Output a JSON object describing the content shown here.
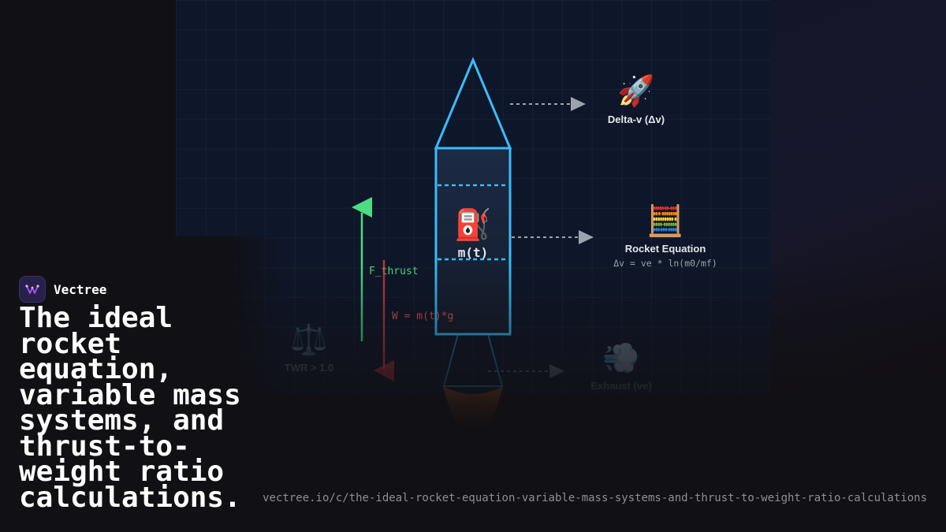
{
  "brand": {
    "name": "Vectree"
  },
  "headline": "The ideal rocket equation, variable mass systems, and thrust-to-weight ratio calculations.",
  "url": "vectree.io/c/the-ideal-rocket-equation-variable-mass-systems-and-thrust-to-weight-ratio-calculations",
  "diagram": {
    "fuel_icon": "⛽",
    "fuel_label": "m(t)",
    "thrust_label": "F_thrust",
    "weight_label": "W = m(t)*g",
    "nodes": {
      "delta_v": {
        "icon": "🚀",
        "label": "Delta-v (Δv)"
      },
      "rocket_equation": {
        "icon": "🧮",
        "label": "Rocket Equation",
        "formula": "Δv = ve * ln(m0/mf)"
      },
      "twr": {
        "icon": "⚖️",
        "label": "TWR > 1.0"
      },
      "exhaust": {
        "icon": "💨",
        "label": "Exhaust (ve)"
      }
    }
  },
  "colors": {
    "accent_blue": "#38bdf8",
    "thrust_green": "#4ade80",
    "weight_red": "#ef4444",
    "arrow_gray": "#9ca3af",
    "brand_purple": "#a855f7"
  }
}
